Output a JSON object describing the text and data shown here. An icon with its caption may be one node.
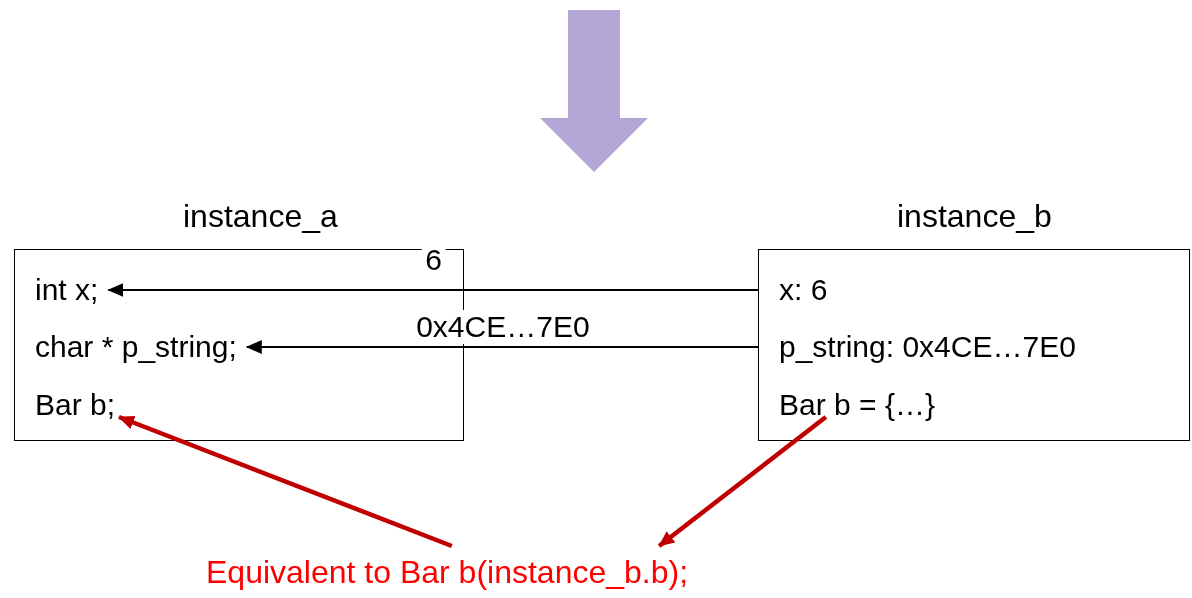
{
  "diagram": {
    "nodes": [
      {
        "text": [
          "instance_a"
        ]
      },
      {
        "text": [
          "int x;"
        ],
        "in": 0
      },
      {
        "text": [
          "char * p_string;"
        ],
        "in": 0
      },
      {
        "text": [
          "Bar b;"
        ],
        "in": 0
      },
      {
        "text": [
          "instance_b"
        ]
      },
      {
        "text": [
          "x: 6"
        ],
        "in": 4
      },
      {
        "text": [
          "p_string: 0x4CE…7E0"
        ],
        "in": 4
      },
      {
        "text": [
          "Bar b = {…}"
        ],
        "in": 4
      },
      {
        "text": [
          "Equivalent to Bar b(instance_b.b);"
        ]
      }
    ],
    "edges": [
      {
        "from": 5,
        "to": 1,
        "arrow": "to",
        "label": "6"
      },
      {
        "from": 6,
        "to": 2,
        "arrow": "to",
        "label": "0x4CE…7E0"
      },
      {
        "from": 8,
        "to": 3,
        "arrow": "to",
        "style": "thick",
        "color": "#c00000"
      },
      {
        "from": 7,
        "to": 8,
        "arrow": "to",
        "style": "thick",
        "color": "#c00000"
      }
    ]
  }
}
